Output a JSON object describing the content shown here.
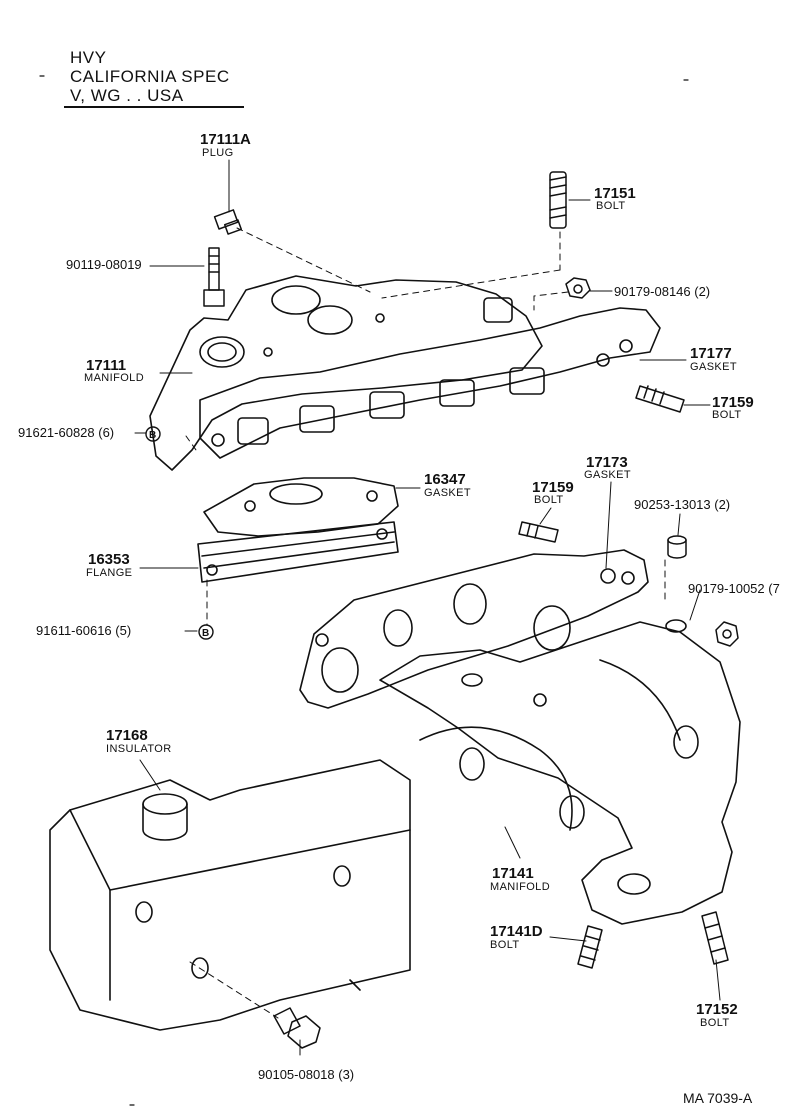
{
  "header": {
    "line1": "HVY",
    "line2": "CALIFORNIA  SPEC",
    "line3": "V, WG . .  USA"
  },
  "parts": {
    "plug": {
      "number": "17111A",
      "name": "PLUG"
    },
    "bolt_17151": {
      "number": "17151",
      "name": "BOLT"
    },
    "bolt_90119": {
      "number": "90119-08019"
    },
    "nut_90179_08146": {
      "number": "90179-08146 (2)"
    },
    "intake_manifold": {
      "number": "17111",
      "name": "MANIFOLD"
    },
    "gasket_17177": {
      "number": "17177",
      "name": "GASKET"
    },
    "bolt_17159_a": {
      "number": "17159",
      "name": "BOLT"
    },
    "ref_91621": {
      "number": "91621-60828 (6)",
      "mark": "B"
    },
    "gasket_16347": {
      "number": "16347",
      "name": "GASKET"
    },
    "gasket_17173": {
      "number": "17173",
      "name": "GASKET"
    },
    "bolt_17159_b": {
      "number": "17159",
      "name": "BOLT"
    },
    "part_90253": {
      "number": "90253-13013 (2)"
    },
    "flange_16353": {
      "number": "16353",
      "name": "FLANGE"
    },
    "nut_90179_10052": {
      "number": "90179-10052 (7"
    },
    "ref_91611": {
      "number": "91611-60616 (5)",
      "mark": "B"
    },
    "insulator_17168": {
      "number": "17168",
      "name": "INSULATOR"
    },
    "exhaust_manifold": {
      "number": "17141",
      "name": "MANIFOLD"
    },
    "bolt_17141D": {
      "number": "17141D",
      "name": "BOLT"
    },
    "bolt_17152": {
      "number": "17152",
      "name": "BOLT"
    },
    "bolt_90105": {
      "number": "90105-08018 (3)"
    }
  },
  "footer": {
    "code": "MA  7039-A"
  }
}
